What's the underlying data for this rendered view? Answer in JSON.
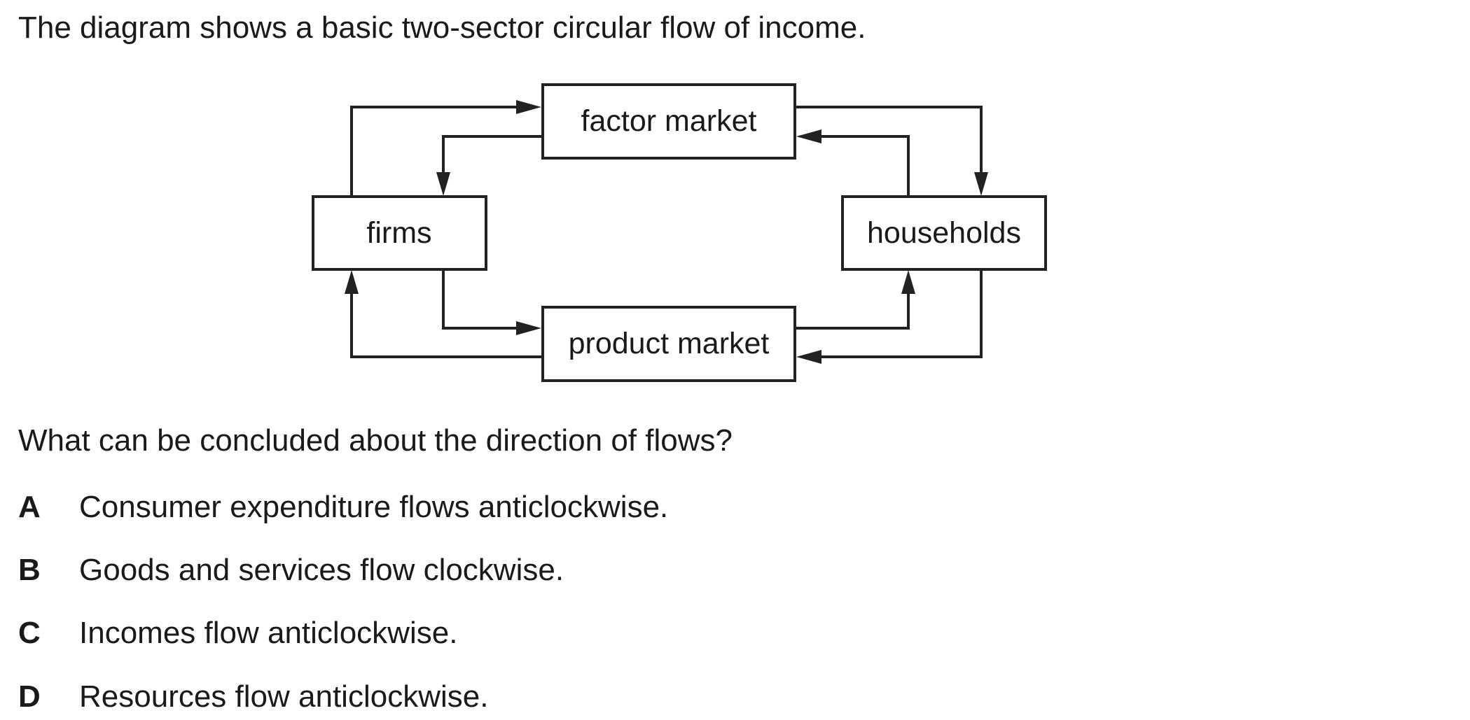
{
  "intro_text": "The diagram shows a basic two-sector circular flow of income.",
  "diagram": {
    "boxes": {
      "factor_market": "factor market",
      "firms": "firms",
      "households": "households",
      "product_market": "product market"
    }
  },
  "question_text": "What can be concluded about the direction of flows?",
  "options": [
    {
      "letter": "A",
      "text": "Consumer expenditure flows anticlockwise."
    },
    {
      "letter": "B",
      "text": "Goods and services flow clockwise."
    },
    {
      "letter": "C",
      "text": "Incomes flow anticlockwise."
    },
    {
      "letter": "D",
      "text": "Resources flow anticlockwise."
    }
  ]
}
